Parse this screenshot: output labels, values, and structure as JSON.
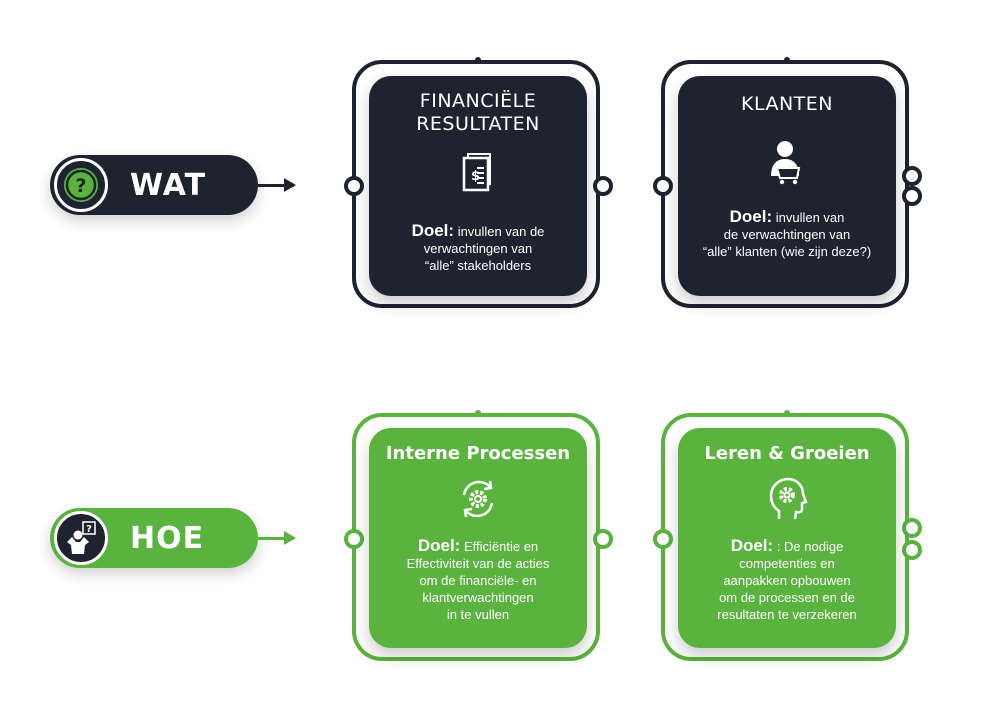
{
  "rows": [
    {
      "pill_label": "WAT",
      "pill_icon": "question-mark-icon",
      "cards": [
        {
          "title_lines": [
            "FINANCIËLE",
            "RESULTATEN"
          ],
          "icon": "financial-document-icon",
          "doel_label": "Doel:",
          "doel_text_lines": [
            "invullen van de",
            "verwachtingen van",
            "“alle” stakeholders"
          ]
        },
        {
          "title_lines": [
            "KLANTEN"
          ],
          "icon": "customer-cart-icon",
          "doel_label": "Doel:",
          "doel_text_lines": [
            "invullen van",
            "de verwachtingen van",
            "“alle” klanten (wie zijn deze?)"
          ]
        }
      ]
    },
    {
      "pill_label": "HOE",
      "pill_icon": "thinking-person-icon",
      "cards": [
        {
          "title_lines": [
            "Interne Processen"
          ],
          "icon": "gear-cycle-icon",
          "doel_label": "Doel:",
          "doel_text_lines": [
            "Efficiëntie en",
            "Effectiviteit van de acties",
            "om de financiële- en",
            "klantverwachtingen",
            "in te vullen"
          ]
        },
        {
          "title_lines": [
            "Leren & Groeien"
          ],
          "icon": "head-gear-icon",
          "doel_label": "Doel:",
          "doel_text_lines": [
            ": De nodige",
            "competenties en",
            "aanpakken opbouwen",
            "om de processen en de",
            "resultaten te verzekeren"
          ]
        }
      ]
    }
  ],
  "colors": {
    "dark": "#1e2330",
    "green": "#5ab33e",
    "white": "#ffffff"
  }
}
